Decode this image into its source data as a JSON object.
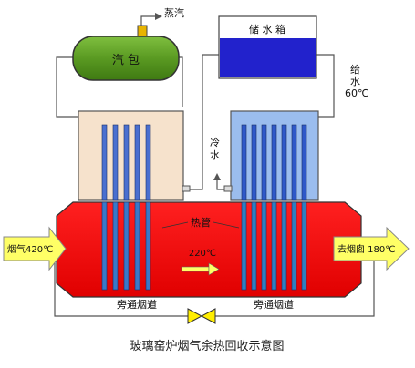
{
  "labels": {
    "steam_outlet": "蒸汽",
    "steam_drum": "汽    包",
    "water_tank": "储  水  箱",
    "feed_water": [
      "给",
      "水",
      "60℃"
    ],
    "cold_water": [
      "冷",
      "水"
    ],
    "heat_pipe": "热管",
    "inner_temperature": "220℃",
    "flue_gas_in": "烟气420℃",
    "flue_gas_out": "去烟囱 180℃",
    "bypass_left": "旁通烟道",
    "bypass_right": "旁通烟道",
    "caption": "玻璃窑炉烟气余热回收示意图"
  },
  "colors": {
    "flue_duct": "#ff0000",
    "steam_drum": "#66aa22",
    "water_tank": "#2020d0",
    "evaporator": "#f5dfc8",
    "preheater": "#99bbee",
    "arrow": "#ffff66",
    "heat_pipe": "#3366cc",
    "valve": "#ffee00"
  },
  "tube_count": {
    "evaporator": 5,
    "preheater": 7
  }
}
